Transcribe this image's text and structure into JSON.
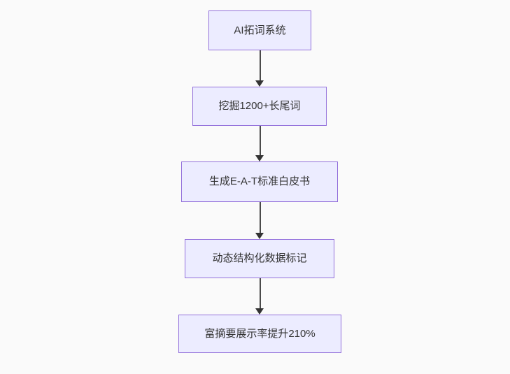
{
  "diagram": {
    "type": "flowchart",
    "direction": "top-down",
    "nodes": [
      {
        "id": "node-1",
        "label": "AI拓词系统"
      },
      {
        "id": "node-2",
        "label": "挖掘1200+长尾词"
      },
      {
        "id": "node-3",
        "label": "生成E-A-T标准白皮书"
      },
      {
        "id": "node-4",
        "label": "动态结构化数据标记"
      },
      {
        "id": "node-5",
        "label": "富摘要展示率提升210%"
      }
    ],
    "edges": [
      {
        "from": "node-1",
        "to": "node-2"
      },
      {
        "from": "node-2",
        "to": "node-3"
      },
      {
        "from": "node-3",
        "to": "node-4"
      },
      {
        "from": "node-4",
        "to": "node-5"
      }
    ],
    "colors": {
      "node_fill": "#ECECFF",
      "node_border": "#9370DB",
      "node_text": "#333333",
      "edge_line": "#4a4a4a",
      "edge_arrowhead": "#333333",
      "background": "#fafafa"
    }
  }
}
